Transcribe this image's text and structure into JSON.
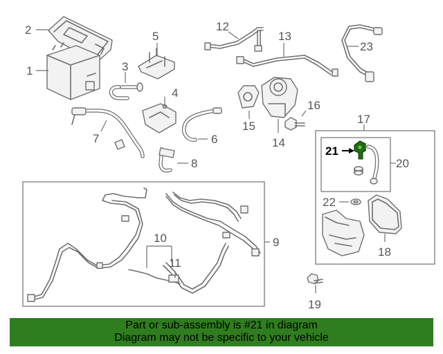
{
  "callouts": {
    "c1": "1",
    "c2": "2",
    "c3": "3",
    "c4": "4",
    "c5": "5",
    "c6": "6",
    "c7": "7",
    "c8": "8",
    "c9": "9",
    "c10": "10",
    "c11": "11",
    "c12": "12",
    "c13": "13",
    "c14": "14",
    "c15": "15",
    "c16": "16",
    "c17": "17",
    "c18": "18",
    "c19": "19",
    "c20": "20",
    "c21": "21",
    "c22": "22",
    "c23": "23"
  },
  "highlight": {
    "part": "21",
    "color": "#1f6e12"
  },
  "banner": {
    "line1": "Part or sub-assembly is #21 in diagram",
    "line2": "Diagram may not be specific to your vehicle",
    "background": "#2f7d1e"
  }
}
